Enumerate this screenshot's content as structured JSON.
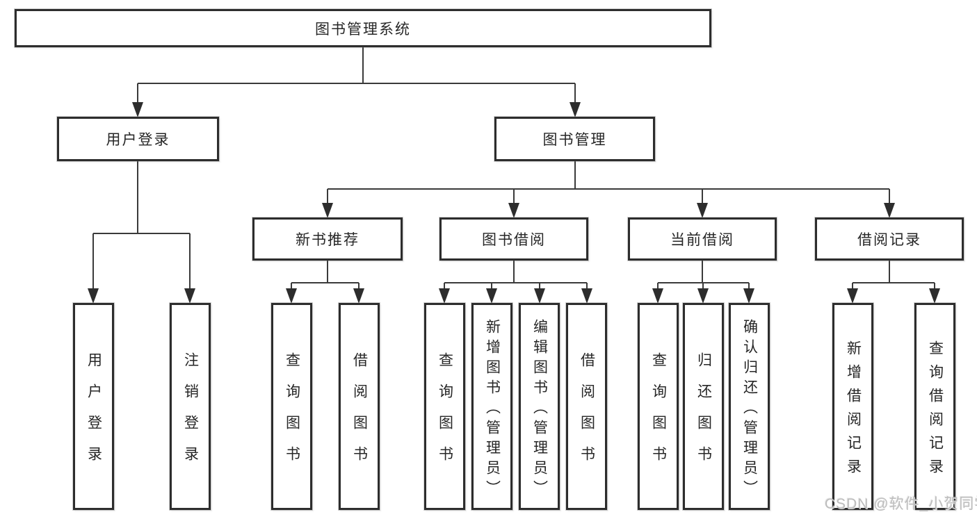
{
  "nodes": {
    "root": "图书管理系统",
    "user_login": "用户登录",
    "book_mgmt": "图书管理",
    "new_book_rec": "新书推荐",
    "book_borrow": "图书借阅",
    "current_borrow": "当前借阅",
    "borrow_records": "借阅记录",
    "ul_login": "用户登录",
    "ul_logout": "注销登录",
    "nb_query": "查询图书",
    "nb_borrow": "借阅图书",
    "bb_query": "查询图书",
    "bb_add": "新增图书（管理员）",
    "bb_edit": "编辑图书（管理员）",
    "bb_borrow": "借阅图书",
    "cb_query": "查询图书",
    "cb_return": "归还图书",
    "cb_confirm": "确认归还（管理员）",
    "br_add": "新增借阅记录",
    "br_query": "查询借阅记录"
  },
  "hierarchy": {
    "图书管理系统": {
      "用户登录": [
        "用户登录",
        "注销登录"
      ],
      "图书管理": {
        "新书推荐": [
          "查询图书",
          "借阅图书"
        ],
        "图书借阅": [
          "查询图书",
          "新增图书（管理员）",
          "编辑图书（管理员）",
          "借阅图书"
        ],
        "当前借阅": [
          "查询图书",
          "归还图书",
          "确认归还（管理员）"
        ],
        "借阅记录": [
          "新增借阅记录",
          "查询借阅记录"
        ]
      }
    }
  },
  "watermark": "CSDN @软件_小贺同学",
  "colors": {
    "line": "#3a3a3a",
    "node_border": "#2d2d2d",
    "node_text": "#262626",
    "node_background": "#ffffff",
    "watermark_text": "#bdbdbd",
    "page_background": "#ffffff"
  }
}
